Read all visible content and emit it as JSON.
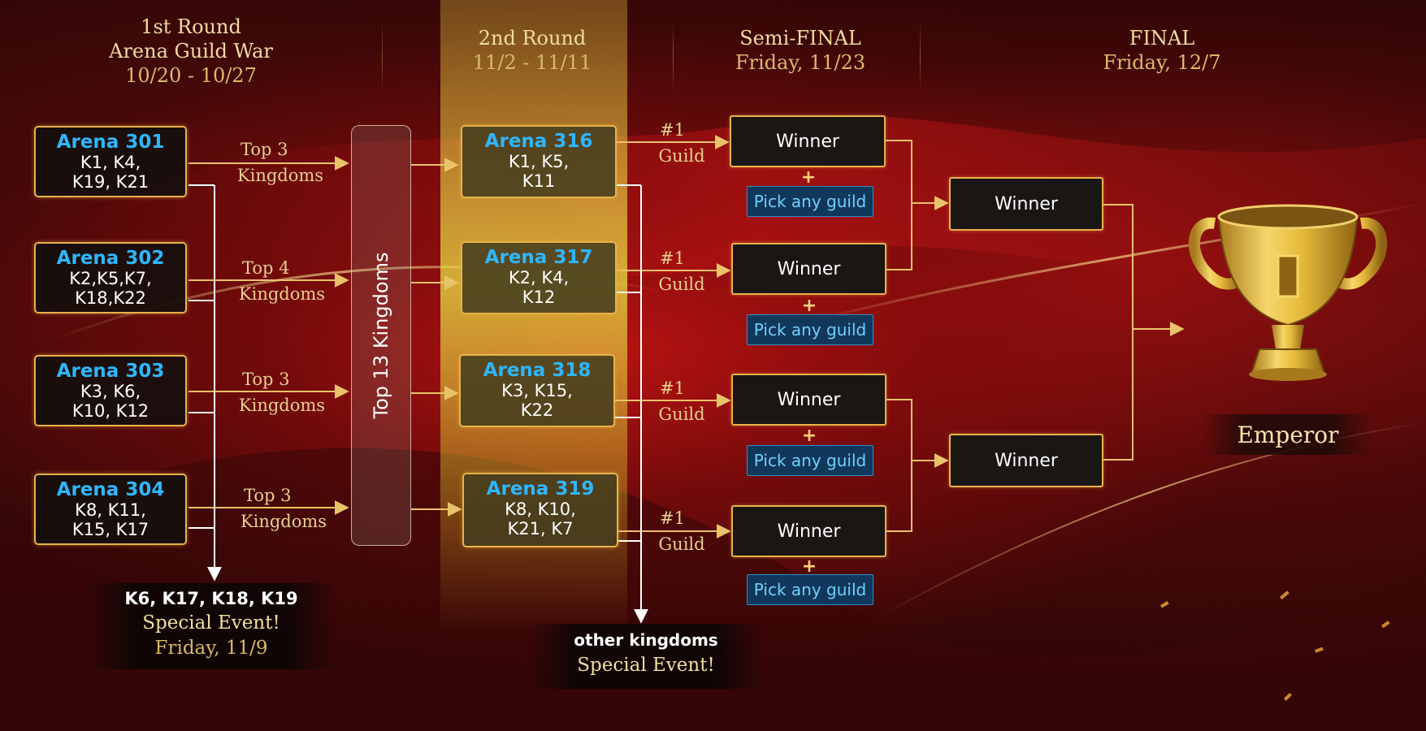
{
  "columns": [
    {
      "line1": "1st Round",
      "line2": "Arena Guild War",
      "line3": "10/20 - 10/27"
    },
    {
      "line1": "2nd Round",
      "line2": "11/2 - 11/11"
    },
    {
      "line1": "Semi-FINAL",
      "line2": "Friday, 11/23"
    },
    {
      "line1": "FINAL",
      "line2": "Friday, 12/7"
    }
  ],
  "round1": [
    {
      "name": "Arena 301",
      "kingdoms": "K1, K4,\nK19, K21",
      "advance": "Top 3",
      "advance_sub": "Kingdoms"
    },
    {
      "name": "Arena 302",
      "kingdoms": "K2,K5,K7,\nK18,K22",
      "advance": "Top 4",
      "advance_sub": "Kingdoms"
    },
    {
      "name": "Arena 303",
      "kingdoms": "K3, K6,\nK10, K12",
      "advance": "Top 3",
      "advance_sub": "Kingdoms"
    },
    {
      "name": "Arena 304",
      "kingdoms": "K8, K11,\nK15, K17",
      "advance": "Top 3",
      "advance_sub": "Kingdoms"
    }
  ],
  "pool_label": "Top 13 Kingdoms",
  "round1_event": {
    "line1": "K6, K17, K18, K19",
    "line2": "Special Event!",
    "line3": "Friday, 11/9"
  },
  "round2": [
    {
      "name": "Arena 316",
      "kingdoms": "K1, K5,\nK11",
      "advance": "#1",
      "advance_sub": "Guild"
    },
    {
      "name": "Arena 317",
      "kingdoms": "K2, K4,\nK12",
      "advance": "#1",
      "advance_sub": "Guild"
    },
    {
      "name": "Arena 318",
      "kingdoms": "K3, K15,\nK22",
      "advance": "#1",
      "advance_sub": "Guild"
    },
    {
      "name": "Arena 319",
      "kingdoms": "K8, K10,\nK21, K7",
      "advance": "#1",
      "advance_sub": "Guild"
    }
  ],
  "round2_event": {
    "line1": "other kingdoms",
    "line2": "Special Event!"
  },
  "semi": [
    {
      "winner": "Winner",
      "plus": "+",
      "pick": "Pick any guild"
    },
    {
      "winner": "Winner",
      "plus": "+",
      "pick": "Pick any guild"
    },
    {
      "winner": "Winner",
      "plus": "+",
      "pick": "Pick any guild"
    },
    {
      "winner": "Winner",
      "plus": "+",
      "pick": "Pick any guild"
    }
  ],
  "final": [
    {
      "winner": "Winner"
    },
    {
      "winner": "Winner"
    }
  ],
  "champion": {
    "label": "Emperor",
    "icon": "trophy-icon"
  },
  "colors": {
    "arena_name": "#2fb6ff",
    "box_border": "#e7b24a",
    "gold_text": "#e7cf8e",
    "pick_text": "#6fd0ff",
    "connector": "#e9c36a"
  }
}
